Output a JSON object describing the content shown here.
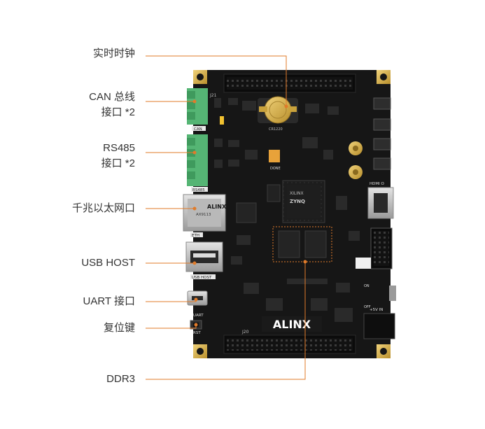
{
  "labels": {
    "rtc": "实时时钟",
    "can_line1": "CAN 总线",
    "can_line2": "接口 *2",
    "rs485_line1": "RS485",
    "rs485_line2": "接口 *2",
    "eth": "千兆以太网口",
    "usb": "USB HOST",
    "uart": "UART 接口",
    "reset": "复位键",
    "ddr": "DDR3"
  },
  "board": {
    "logo": "ALINX",
    "soc_brand": "XILINX",
    "soc_family": "ZYNQ",
    "eth_chip": "AX9113",
    "eth_brand": "ALINX",
    "silk": {
      "can": "CAN",
      "rs485": "RS485",
      "eth": "ETH",
      "usb": "USB HOST",
      "uart": "UART",
      "rst": "RST",
      "hdmi": "HDMI O",
      "power": "+5V IN",
      "j20": "J20",
      "j21": "J21",
      "cr": "CR1220",
      "done": "DONE",
      "on": "ON",
      "off": "OFF"
    }
  },
  "colors": {
    "leader": "#e07b2a",
    "pcb": "#161616",
    "terminal": "#55b574",
    "gold": "#d8b24f"
  }
}
